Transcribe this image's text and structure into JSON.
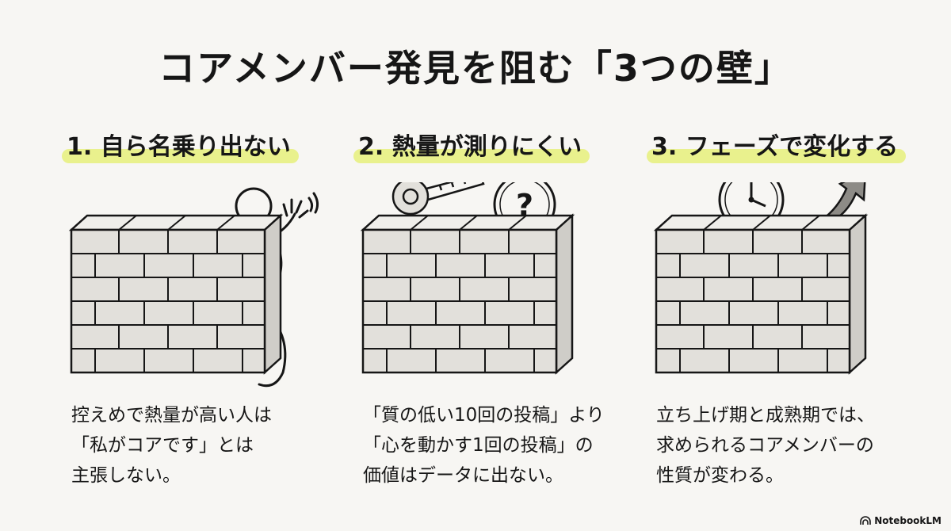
{
  "title": "コアメンバー発見を阻む「3つの壁」",
  "panels": [
    {
      "heading": "1. 自ら名乗り出ない",
      "lines": [
        "控えめで熱量が高い人は",
        "「私がコアです」とは",
        "主張しない。"
      ]
    },
    {
      "heading": "2. 熱量が測りにくい",
      "lines": [
        "「質の低い10回の投稿」より",
        "「心を動かす1回の投稿」の",
        "価値はデータに出ない。"
      ]
    },
    {
      "heading": "3. フェーズで変化する",
      "lines": [
        "立ち上げ期と成熟期では、",
        "求められるコアメンバーの",
        "性質が変わる。"
      ]
    }
  ],
  "question_mark": "?",
  "brand": "NotebookLM",
  "colors": {
    "highlight": "#e6f07a",
    "ink": "#161616",
    "background": "#f7f6f3"
  }
}
